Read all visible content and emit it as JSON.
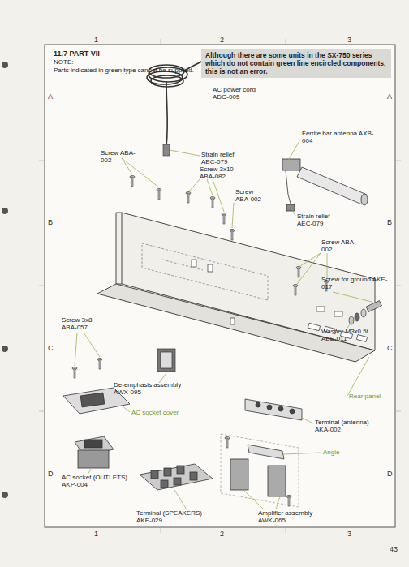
{
  "diagram": {
    "title": "11.7 PART VII",
    "nodes": [
      {
        "text": [
          "Although there are some units in the SX-750 series which do not contain green line encircled components, this is not an error."
        ]
      }
    ],
    "labels": [
      "1",
      "2",
      "3",
      "A",
      "B",
      "C",
      "D",
      "A",
      "B",
      "C",
      "D",
      "NOTE:",
      "Parts indicated in green type cannot be supplied.",
      "AC power cord ADG-005",
      "Strain relief AEC-079",
      "Screw ABA-002",
      "Screw 3x10 ABA-082",
      "Screw ABA-002",
      "Ferrite bar antenna AXB-004",
      "Strain relief AEC-079",
      "Screw ABA-002",
      "Screw for ground AKE-017",
      "Washer M3x0.5t ABE-011",
      "Rear panel",
      "Screw 3x8 ABA-057",
      "De-emphasis assembly AWX-095",
      "AC socket cover",
      "Terminal (antenna) AKA-002",
      "Angle",
      "AC socket (OUTLETS) AKP-004",
      "Terminal (SPEAKERS) AKE-029",
      "Amplifier assembly AWK-065",
      "1",
      "2",
      "3",
      "43"
    ]
  }
}
